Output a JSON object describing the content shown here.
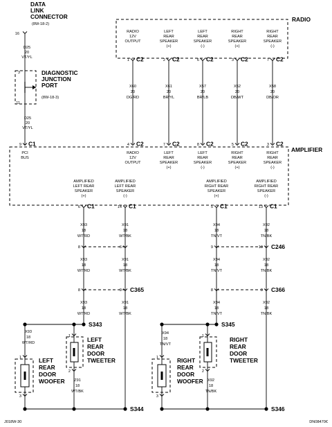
{
  "data_link": {
    "title_lines": [
      "DATA",
      "LINK",
      "CONNECTOR"
    ],
    "ref": "(8W-18-2)",
    "pin_top": "16",
    "wire_top": [
      "D25",
      "20",
      "VT/YL"
    ]
  },
  "diag_port": {
    "pin_in": "3",
    "pin_out": "11",
    "label_lines": [
      "DIAGNOSTIC",
      "JUNCTION",
      "PORT"
    ],
    "ref": "(8W-18-3)",
    "wire_bottom": [
      "D25",
      "20",
      "VT/YL"
    ]
  },
  "radio": {
    "title": "RADIO",
    "outputs": [
      {
        "label": [
          "RADIO",
          "12V",
          "OUTPUT"
        ],
        "pin": "1",
        "conn": "C2",
        "wire": [
          "X60",
          "20",
          "DG/RD"
        ]
      },
      {
        "label": [
          "LEFT",
          "REAR",
          "SPEAKER",
          "(+)"
        ],
        "pin": "2",
        "conn": "C2",
        "wire": [
          "X61",
          "20",
          "BR/YL"
        ]
      },
      {
        "label": [
          "LEFT",
          "REAR",
          "SPEAKER",
          "(-)"
        ],
        "pin": "6",
        "conn": "C2",
        "wire": [
          "X57",
          "20",
          "BR/LB"
        ]
      },
      {
        "label": [
          "RIGHT",
          "REAR",
          "SPEAKER",
          "(+)"
        ],
        "pin": "3",
        "conn": "C2",
        "wire": [
          "X52",
          "20",
          "DB/WT"
        ]
      },
      {
        "label": [
          "RIGHT",
          "REAR",
          "SPEAKER",
          "(-)"
        ],
        "pin": "7",
        "conn": "C2",
        "wire": [
          "X58",
          "20",
          "DB/OR"
        ]
      }
    ]
  },
  "amplifier": {
    "title": "AMPLIFIER",
    "pci": {
      "pin": "9",
      "conn": "C1",
      "label": [
        "PCI",
        "BUS"
      ]
    },
    "inputs": [
      {
        "pin": "4",
        "conn": "C2",
        "label": [
          "RADIO",
          "12V",
          "OUTPUT"
        ]
      },
      {
        "pin": "7",
        "conn": "C2",
        "label": [
          "LEFT",
          "REAR",
          "SPEAKER",
          "(+)"
        ]
      },
      {
        "pin": "8",
        "conn": "C2",
        "label": [
          "LEFT",
          "REAR",
          "SPEAKER",
          "(-)"
        ]
      },
      {
        "pin": "5",
        "conn": "C2",
        "label": [
          "RIGHT",
          "REAR",
          "SPEAKER",
          "(+)"
        ]
      },
      {
        "pin": "3",
        "conn": "C2",
        "label": [
          "RIGHT",
          "REAR",
          "SPEAKER",
          "(-)"
        ]
      }
    ],
    "outputs": [
      {
        "label": [
          "AMPLIFIED",
          "LEFT REAR",
          "SPEAKER",
          "(+)"
        ],
        "pin": "6",
        "conn": "C1"
      },
      {
        "label": [
          "AMPLIFIED",
          "LEFT REAR",
          "SPEAKER",
          "(-)"
        ],
        "pin": "14",
        "conn": "C1"
      },
      {
        "label": [
          "AMPLIFIED",
          "RIGHT REAR",
          "SPEAKER",
          "(+)"
        ],
        "pin": "5",
        "conn": "C1"
      },
      {
        "label": [
          "AMPLIFIED",
          "RIGHT REAR",
          "SPEAKER",
          "(-)"
        ],
        "pin": "13",
        "conn": "C1"
      }
    ]
  },
  "wires": {
    "c1_out": [
      [
        "X93",
        "18",
        "WT/RD"
      ],
      [
        "X91",
        "18",
        "WT/BK"
      ],
      [
        "X94",
        "18",
        "TN/VT"
      ],
      [
        "X92",
        "18",
        "TN/BK"
      ]
    ],
    "c246_out": [
      [
        "X93",
        "18",
        "WT/RD"
      ],
      [
        "X91",
        "18",
        "WT/BK"
      ],
      [
        "X94",
        "18",
        "TN/VT"
      ],
      [
        "X92",
        "18",
        "TN/BK"
      ]
    ],
    "c365_out": [
      [
        "X93",
        "18",
        "WT/RD"
      ],
      [
        "X91",
        "18",
        "WT/BK"
      ],
      [
        "X94",
        "18",
        "TN/VT"
      ],
      [
        "X92",
        "18",
        "TN/BK"
      ]
    ]
  },
  "c246": {
    "name": "C246",
    "pins": [
      "8",
      "6",
      "9",
      "10"
    ]
  },
  "c365": {
    "name": "C365",
    "pins": [
      "8",
      "9"
    ]
  },
  "c366": {
    "name": "C366",
    "pins": [
      "8",
      "9"
    ]
  },
  "splices": {
    "s343": "S343",
    "s344": "S344",
    "s345": "S345",
    "s346": "S346"
  },
  "components": {
    "lr_woofer": {
      "label": [
        "LEFT",
        "REAR",
        "DOOR",
        "WOOFER"
      ],
      "pin_top": "1",
      "pin_bot": "3",
      "wire": [
        "X93",
        "18",
        "WT/RD"
      ]
    },
    "lr_tweeter": {
      "label": [
        "LEFT",
        "REAR",
        "DOOR",
        "TWEETER"
      ],
      "pin_top": "1",
      "pin_bot": "2",
      "wire": [
        "Z91",
        "18",
        "WT/BK"
      ]
    },
    "rr_woofer": {
      "label": [
        "RIGHT",
        "REAR",
        "DOOR",
        "WOOFER"
      ],
      "pin_top": "1",
      "pin_bot": "3",
      "wire": [
        "X94",
        "18",
        "TN/VT"
      ]
    },
    "rr_tweeter": {
      "label": [
        "RIGHT",
        "REAR",
        "DOOR",
        "TWEETER"
      ],
      "pin_top": "1",
      "pin_bot": "2",
      "wire": [
        "X92",
        "18",
        "TN/BK"
      ]
    }
  },
  "footer": {
    "left": "J018W-30",
    "right": "DN08470€"
  }
}
